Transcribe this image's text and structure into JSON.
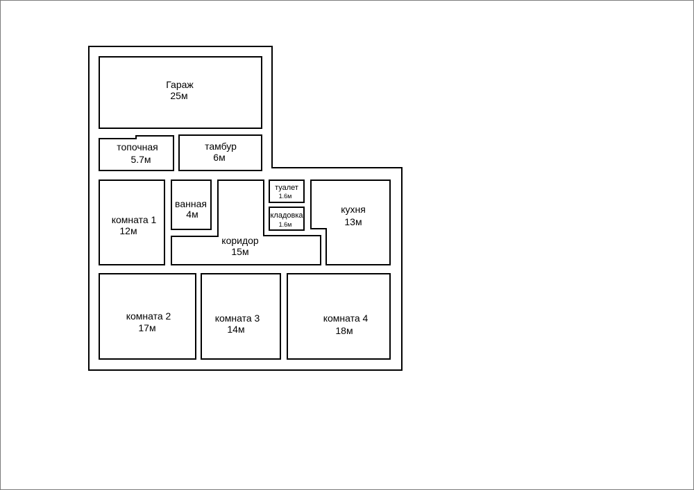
{
  "rooms": {
    "garage": {
      "name": "Гараж",
      "area": "25м"
    },
    "boiler": {
      "name": "топочная",
      "area": "5.7м"
    },
    "vestibule": {
      "name": "тамбур",
      "area": "6м"
    },
    "room1": {
      "name": "комната 1",
      "area": "12м"
    },
    "bath": {
      "name": "ванная",
      "area": "4м"
    },
    "toilet": {
      "name": "туалет",
      "area": "1.6м"
    },
    "pantry": {
      "name": "кладовка",
      "area": "1.6м"
    },
    "kitchen": {
      "name": "кухня",
      "area": "13м"
    },
    "corridor": {
      "name": "коридор",
      "area": "15м"
    },
    "room2": {
      "name": "комната 2",
      "area": "17м"
    },
    "room3": {
      "name": "комната 3",
      "area": "14м"
    },
    "room4": {
      "name": "комната 4",
      "area": "18м"
    }
  }
}
